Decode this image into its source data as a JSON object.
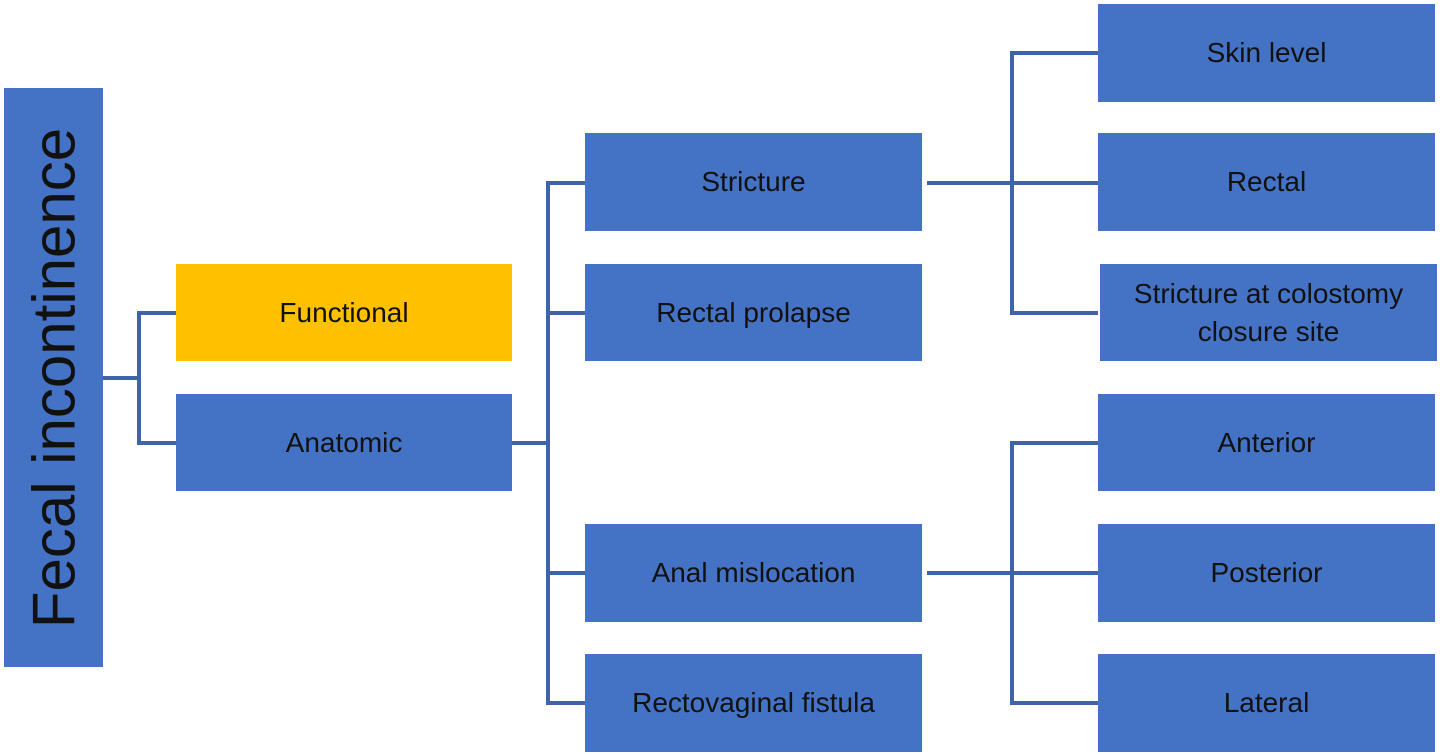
{
  "colors": {
    "box_blue": "#4472c4",
    "box_gold": "#ffc000",
    "connector": "#3f63a8",
    "text": "#111111"
  },
  "root": {
    "label": "Fecal incontinence"
  },
  "level1": [
    {
      "label": "Functional"
    },
    {
      "label": "Anatomic"
    }
  ],
  "level2": [
    {
      "label": "Stricture"
    },
    {
      "label": "Rectal prolapse"
    },
    {
      "label": "Anal mislocation"
    },
    {
      "label": "Rectovaginal fistula"
    }
  ],
  "level3": [
    {
      "label": "Skin level"
    },
    {
      "label": "Rectal"
    },
    {
      "label": "Stricture at colostomy closure site"
    },
    {
      "label": "Anterior"
    },
    {
      "label": "Posterior"
    },
    {
      "label": "Lateral"
    }
  ]
}
